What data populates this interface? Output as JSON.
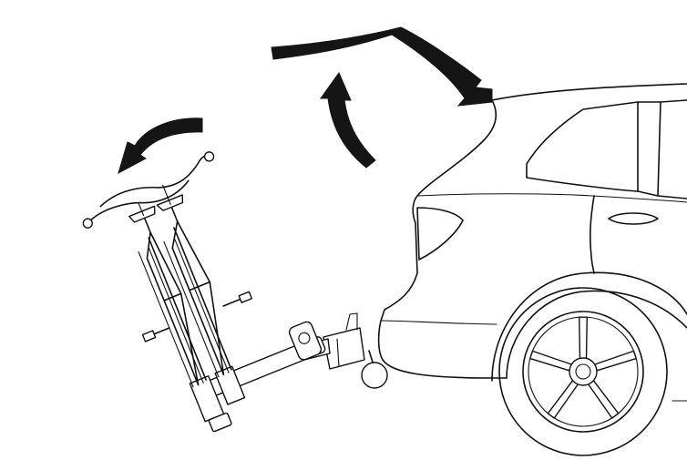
{
  "figure": {
    "subject": "",
    "colors": {
      "ink": "#111111",
      "background": "#ffffff"
    },
    "icons": [
      "tailgate-open-arrow",
      "tailgate-lift-arrow",
      "tilt-rotation-arrow"
    ]
  }
}
